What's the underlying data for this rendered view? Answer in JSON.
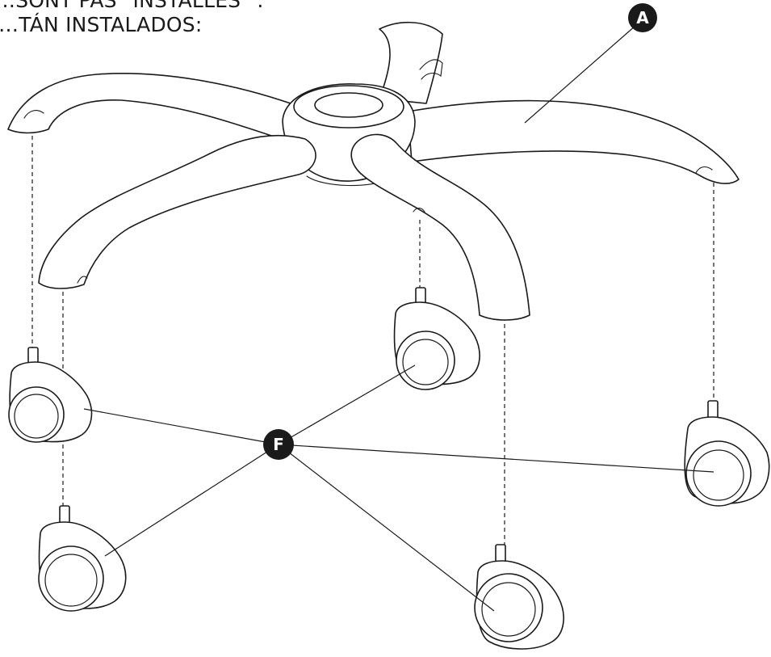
{
  "header": {
    "line_1": "…SONT PAS \"INSTALLÉS\" :",
    "line_2": "…TÁN INSTALADOS:"
  },
  "callouts": {
    "base": {
      "letter": "A"
    },
    "casters": {
      "letter": "F"
    }
  },
  "colors": {
    "ink": "#1a1a1a",
    "paper": "#ffffff"
  }
}
